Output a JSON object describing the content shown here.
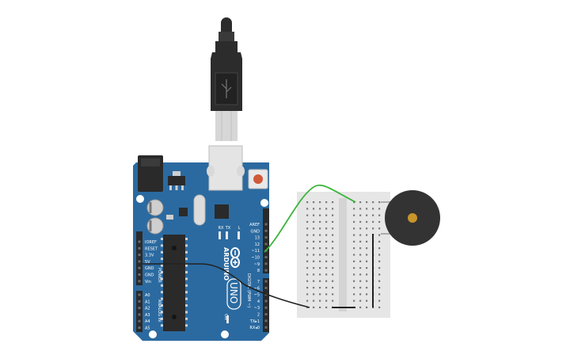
{
  "board": {
    "brand": "ARDUINO",
    "model": "UNO",
    "power_header_title": "POWER",
    "analog_header_title": "ANALOG IN",
    "digital_header_title": "DIGITAL (PWM ~)",
    "on_label": "ON",
    "led_labels": {
      "l": "L",
      "tx": "TX",
      "rx": "RX"
    },
    "power_pins": [
      "IOREF",
      "RESET",
      "3.3V",
      "5V",
      "GND",
      "GND",
      "Vin"
    ],
    "analog_pins": [
      "A0",
      "A1",
      "A2",
      "A3",
      "A4",
      "A5"
    ],
    "digital_pins_top": [
      "AREF",
      "GND",
      "13",
      "12",
      "~11",
      "~10",
      "~9",
      "8"
    ],
    "digital_pins_bottom": [
      "7",
      "~6",
      "~5",
      "4",
      "~3",
      "2",
      "TX▸1",
      "RX◂0"
    ]
  },
  "colors": {
    "board": "#2b6aa0",
    "board_dark": "#1f5586",
    "chip": "#2a2a2a",
    "breadboard": "#e6e6e6",
    "wire_signal": "#3ab53a",
    "wire_ground": "#222222",
    "buzzer": "#333333",
    "buzzer_center": "#c8952b",
    "cable": "#2c2c2c",
    "usb_metal": "#d7d7d7",
    "reset_button": "#d05a3a"
  }
}
